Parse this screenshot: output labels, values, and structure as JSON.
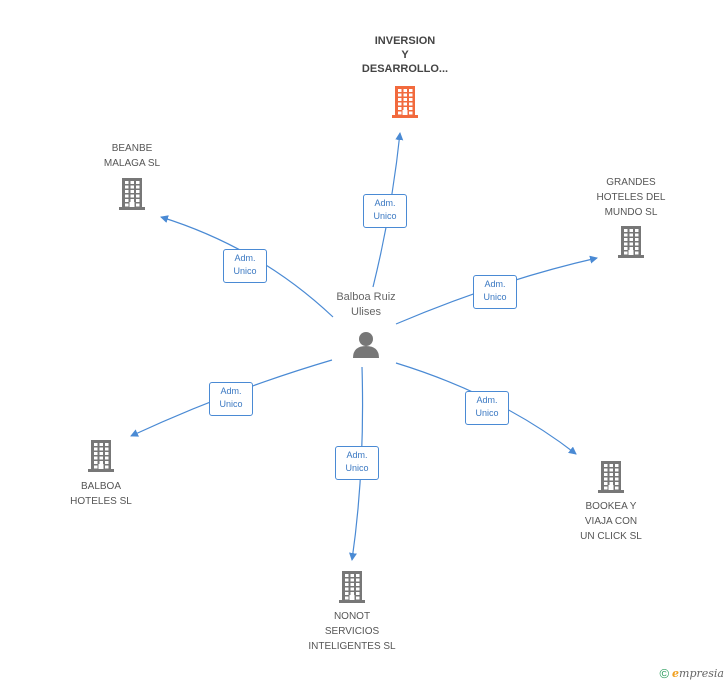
{
  "colors": {
    "edge": "#4a8ad4",
    "company_icon": "#777777",
    "main_company_icon": "#f26a3d",
    "person_icon": "#777777"
  },
  "person": {
    "id": "person",
    "name_lines": [
      "Balboa Ruiz",
      "Ulises"
    ],
    "icon": "person-icon"
  },
  "companies": [
    {
      "id": "inversion",
      "name_lines": [
        "INVERSION",
        "Y",
        "DESARROLLO..."
      ],
      "highlight": true,
      "icon": "building-icon"
    },
    {
      "id": "beanbe",
      "name_lines": [
        "BEANBE",
        "MALAGA SL"
      ],
      "highlight": false,
      "icon": "building-icon"
    },
    {
      "id": "grandes",
      "name_lines": [
        "GRANDES",
        "HOTELES DEL",
        "MUNDO SL"
      ],
      "highlight": false,
      "icon": "building-icon"
    },
    {
      "id": "balboa",
      "name_lines": [
        "BALBOA",
        "HOTELES SL"
      ],
      "highlight": false,
      "icon": "building-icon"
    },
    {
      "id": "bookea",
      "name_lines": [
        "BOOKEA Y",
        "VIAJA CON",
        "UN CLICK  SL"
      ],
      "highlight": false,
      "icon": "building-icon"
    },
    {
      "id": "nonot",
      "name_lines": [
        "NONOT",
        "SERVICIOS",
        "INTELIGENTES SL"
      ],
      "highlight": false,
      "icon": "building-icon"
    }
  ],
  "edges": [
    {
      "from": "person",
      "to": "inversion",
      "label_lines": [
        "Adm.",
        "Unico"
      ]
    },
    {
      "from": "person",
      "to": "beanbe",
      "label_lines": [
        "Adm.",
        "Unico"
      ]
    },
    {
      "from": "person",
      "to": "grandes",
      "label_lines": [
        "Adm.",
        "Unico"
      ]
    },
    {
      "from": "person",
      "to": "balboa",
      "label_lines": [
        "Adm.",
        "Unico"
      ]
    },
    {
      "from": "person",
      "to": "bookea",
      "label_lines": [
        "Adm.",
        "Unico"
      ]
    },
    {
      "from": "person",
      "to": "nonot",
      "label_lines": [
        "Adm.",
        "Unico"
      ]
    }
  ],
  "footer": {
    "copyright_symbol": "©",
    "brand_initial": "e",
    "brand_rest": "mpresia"
  }
}
